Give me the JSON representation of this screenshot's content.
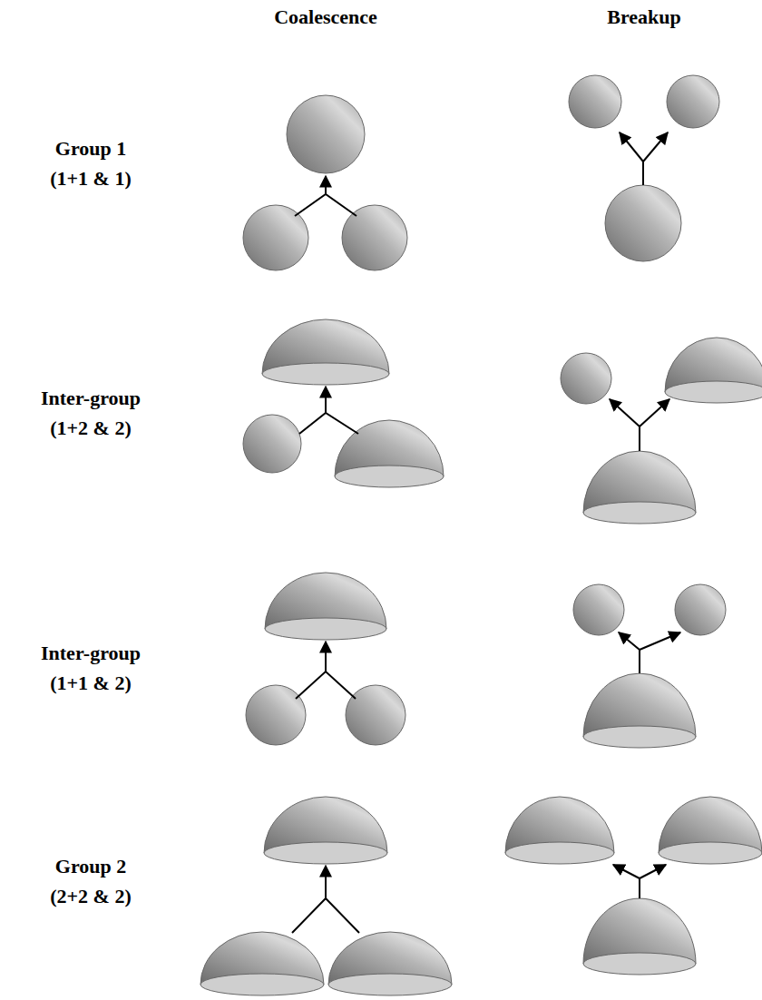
{
  "diagram": {
    "labels": [
      "Coalescence",
      "Breakup",
      "Group 1",
      "(1+1 & 1)",
      "Inter-group",
      "(1+2 & 2)",
      "Inter-group",
      "(1+1 & 2)",
      "Group 2",
      "(2+2 & 2)"
    ]
  }
}
